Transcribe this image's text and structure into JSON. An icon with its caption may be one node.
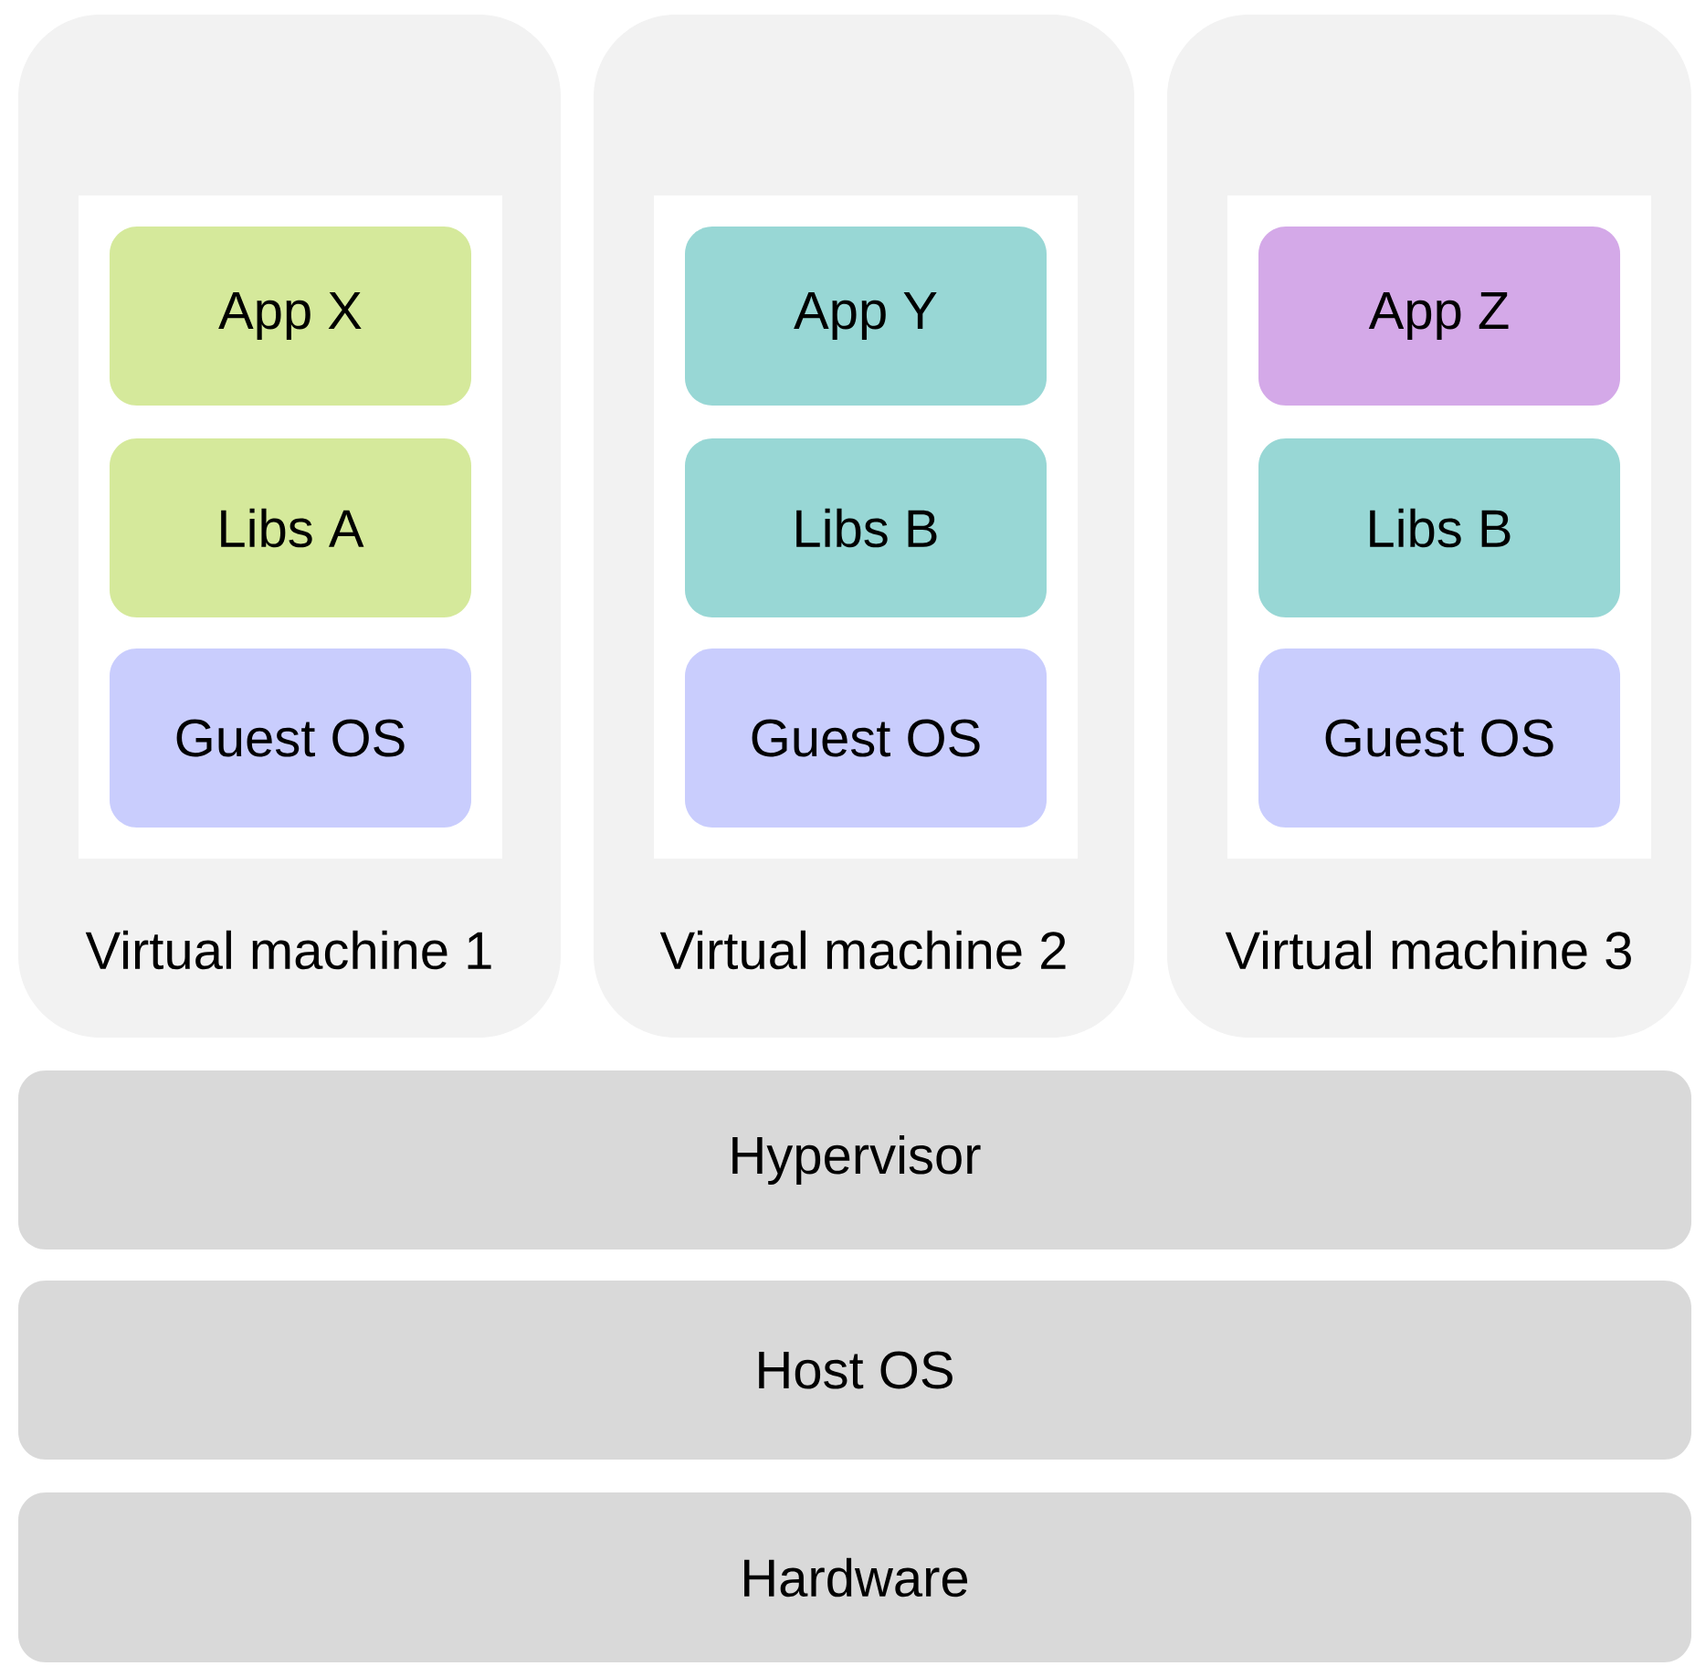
{
  "diagram": {
    "nodes": [
      {
        "text": [
          "Virtual machine 1"
        ]
      },
      {
        "text": [],
        "shape": "box",
        "in": 0
      },
      {
        "text": [
          "App X"
        ],
        "in": 1
      },
      {
        "text": [
          "Libs A"
        ],
        "in": 1
      },
      {
        "text": [
          "Guest OS"
        ],
        "in": 1
      },
      {
        "text": [
          "Virtual machine 2"
        ]
      },
      {
        "text": [],
        "shape": "box",
        "in": 5
      },
      {
        "text": [
          "App Y"
        ],
        "in": 6
      },
      {
        "text": [
          "Libs B"
        ],
        "in": 6
      },
      {
        "text": [
          "Guest OS"
        ],
        "in": 6
      },
      {
        "text": [
          "Virtual machine 3"
        ]
      },
      {
        "text": [],
        "shape": "box",
        "in": 10
      },
      {
        "text": [
          "App Z"
        ],
        "in": 11
      },
      {
        "text": [
          "Libs B"
        ],
        "in": 11
      },
      {
        "text": [
          "Guest OS"
        ],
        "in": 11
      },
      {
        "text": [
          "Hypervisor"
        ]
      },
      {
        "text": [
          "Host OS"
        ]
      },
      {
        "text": [
          "Hardware"
        ]
      }
    ],
    "edges": []
  }
}
